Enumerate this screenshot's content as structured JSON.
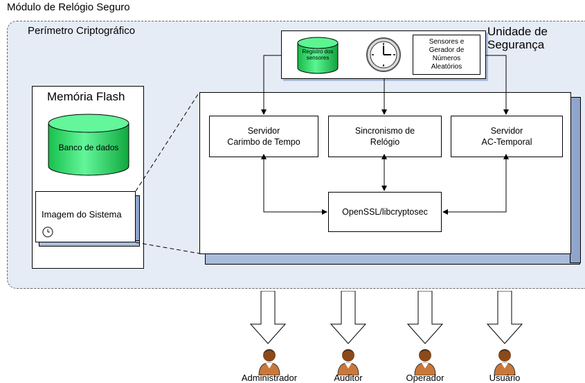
{
  "module_title": "Módulo de Relógio Seguro",
  "perimeter_label": "Perímetro Criptográfico",
  "security_unit_label": "Unidade de\nSegurança",
  "sensors_log": "Registro dos\nsensores",
  "sensors_generator": "Sensores e\nGerador de\nNúmeros\nAleatórios",
  "flash_memory_label": "Memória Flash",
  "database_label": "Banco de dados",
  "system_image_label": "Imagem do Sistema",
  "server_timestamp": "Servidor\nCarimbo de Tempo",
  "clock_sync": "Sincronismo de\nRelógio",
  "server_ac_temporal": "Servidor\nAC-Temporal",
  "openssl": "OpenSSL/libcryptosec",
  "actors": [
    "Administrador",
    "Auditor",
    "Operador",
    "Usuário"
  ],
  "colors": {
    "perimeter_fill": "#e6ecf6",
    "box_shadow": "#a9bcda",
    "cylinder_green": "#33e06a",
    "person_skin": "#8a4a1a",
    "person_shirt": "#c9783a"
  },
  "icons": [
    "clock-icon",
    "small-clock-icon",
    "person-icon",
    "down-arrow-icon"
  ]
}
